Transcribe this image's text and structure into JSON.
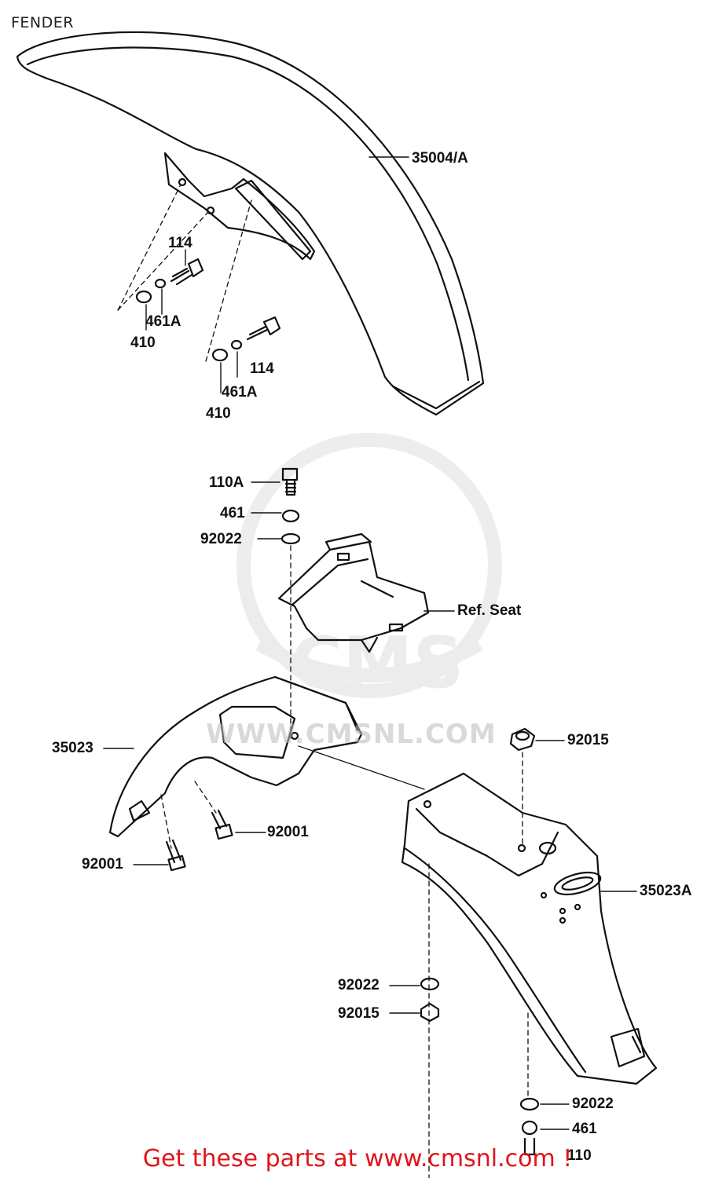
{
  "page": {
    "title": "FENDER",
    "footer": "Get these parts at www.cmsnl.com !"
  },
  "watermark": {
    "text": "WWW.CMSNL.COM",
    "brand": "CMS"
  },
  "parts": {
    "front_fender": "35004/A",
    "bolt_114_a": "114",
    "washer_461A_a": "461A",
    "washer_410_a": "410",
    "bolt_114_b": "114",
    "washer_461A_b": "461A",
    "washer_410_b": "410",
    "bolt_110A": "110A",
    "washer_461_top": "461",
    "washer_92022_top": "92022",
    "ref_seat": "Ref. Seat",
    "rear_fender_front": "35023",
    "nut_92015_right": "92015",
    "bolt_92001_a": "92001",
    "bolt_92001_b": "92001",
    "rear_fender_rear": "35023A",
    "washer_92022_mid": "92022",
    "nut_92015_mid": "92015",
    "washer_92022_bottom": "92022",
    "washer_461_bottom": "461",
    "bolt_110_bottom": "110"
  },
  "colors": {
    "line": "#111111",
    "footer": "#e0141b",
    "watermark": "#9a9a9a"
  }
}
